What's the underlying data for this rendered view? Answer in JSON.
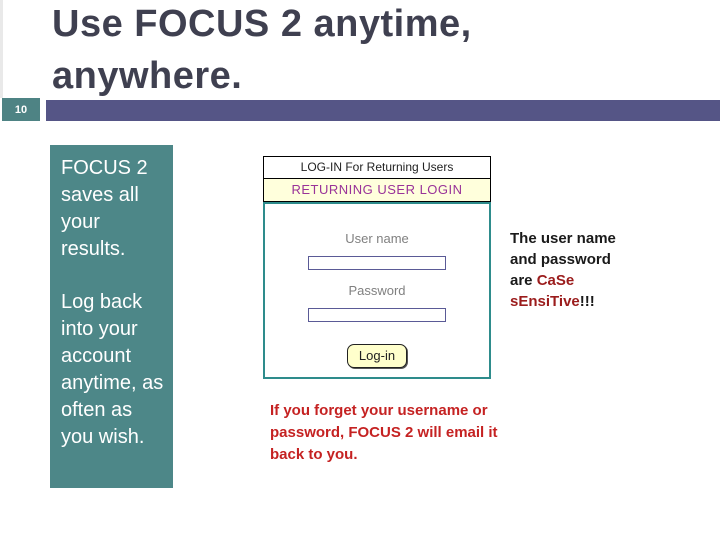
{
  "slide": {
    "number": "10",
    "title": "Use FOCUS 2 anytime, anywhere."
  },
  "sidebar": {
    "paragraph1": "FOCUS 2 saves all your results.",
    "paragraph2": "Log back into your account anytime, as often as you wish."
  },
  "login_form": {
    "header_primary": "LOG-IN For Returning Users",
    "header_secondary": "RETURNING USER LOGIN",
    "username_label": "User name",
    "username_value": "",
    "password_label": "Password",
    "password_value": "",
    "login_button_label": "Log-in"
  },
  "case_note": {
    "prefix": "The user name and password are ",
    "highlight": "CaSe sEnsiTive",
    "suffix": "!!!"
  },
  "forgot_note": "If you forget your username or password, FOCUS 2 will email it back to you.",
  "colors": {
    "title_text": "#3F4050",
    "accent_bar": "#555586",
    "slide_number_bg": "#4E8384",
    "sidebar_bg": "#4D8788",
    "form_outer_border": "#2E8C8C",
    "input_border": "#5A5A96",
    "header_secondary_bg": "#FFFFDC",
    "header_secondary_text": "#993399",
    "login_button_bg": "#FFFFCC",
    "case_highlight_text": "#9B1C1C",
    "forgot_note_text": "#C52222"
  }
}
